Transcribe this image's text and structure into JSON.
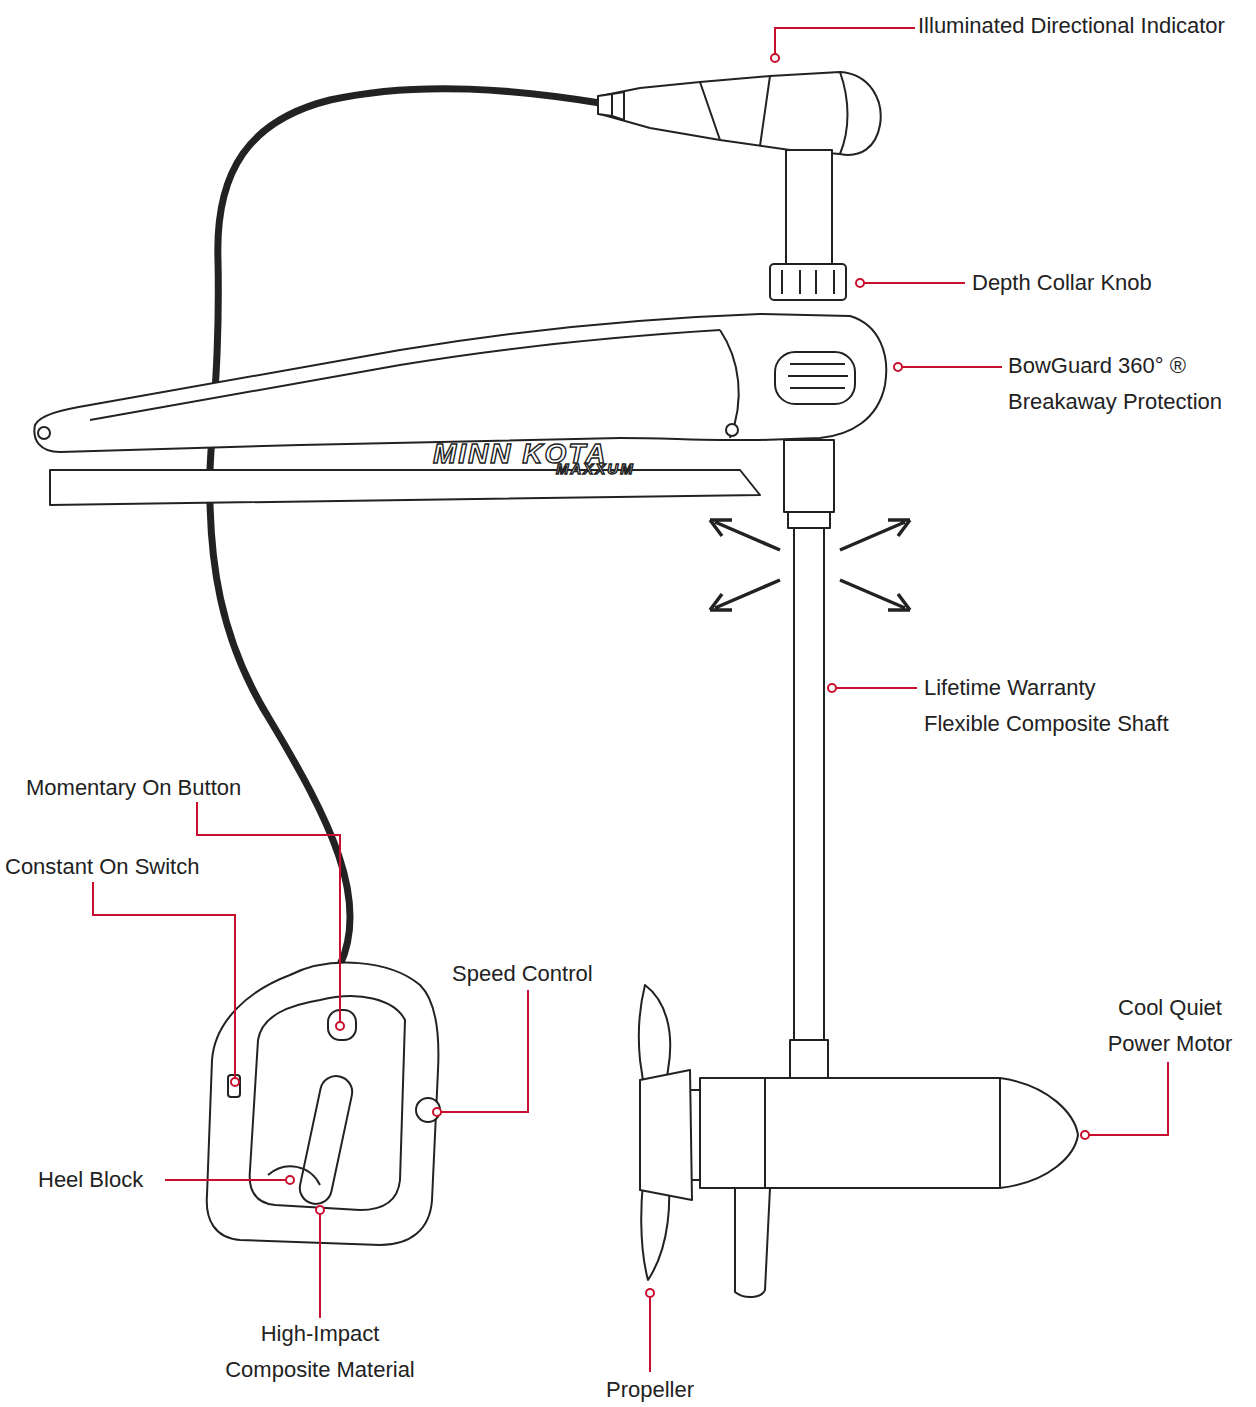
{
  "diagram": {
    "labels": [
      "Illuminated Directional Indicator",
      "Depth Collar Knob",
      "BowGuard 360° ® Breakaway Protection",
      "Lifetime Warranty Flexible Composite Shaft",
      "Momentary On Button",
      "Constant On Switch",
      "Speed Control",
      "Cool Quiet Power Motor",
      "Heel Block",
      "High-Impact Composite Material",
      "Propeller",
      "MINN KOTA",
      "MAXXUM"
    ]
  }
}
